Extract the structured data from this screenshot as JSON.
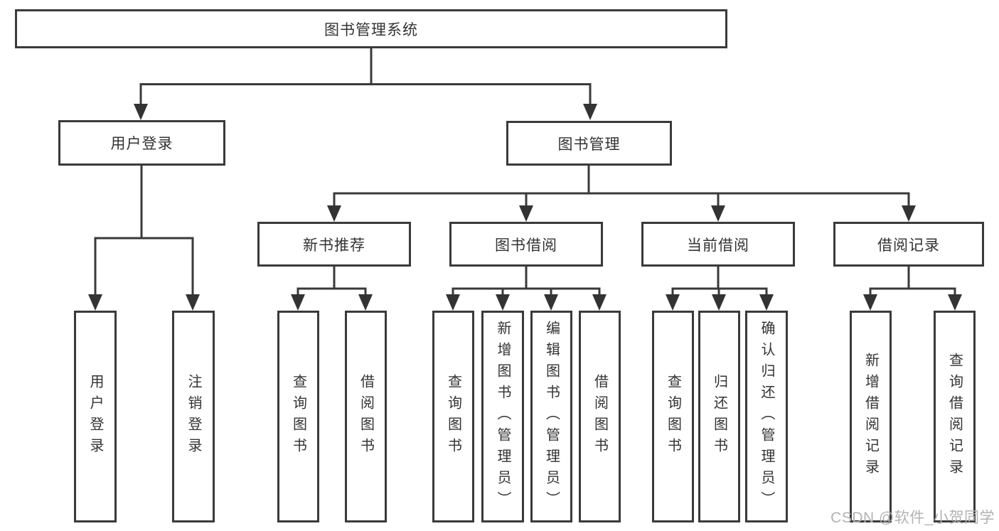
{
  "diagram_title": "图书管理系统",
  "tree": {
    "label": "图书管理系统",
    "children": [
      {
        "label": "用户登录",
        "children": [
          {
            "label": "用户登录"
          },
          {
            "label": "注销登录"
          }
        ]
      },
      {
        "label": "图书管理",
        "children": [
          {
            "label": "新书推荐",
            "children": [
              {
                "label": "查询图书"
              },
              {
                "label": "借阅图书"
              }
            ]
          },
          {
            "label": "图书借阅",
            "children": [
              {
                "label": "查询图书"
              },
              {
                "label": "新增图书（管理员）"
              },
              {
                "label": "编辑图书（管理员）"
              },
              {
                "label": "借阅图书"
              }
            ]
          },
          {
            "label": "当前借阅",
            "children": [
              {
                "label": "查询图书"
              },
              {
                "label": "归还图书"
              },
              {
                "label": "确认归还（管理员）"
              }
            ]
          },
          {
            "label": "借阅记录",
            "children": [
              {
                "label": "新增借阅记录"
              },
              {
                "label": "查询借阅记录"
              }
            ]
          }
        ]
      }
    ]
  },
  "watermark": "CSDN @软件_小贺同学",
  "colors": {
    "line": "#3a3a3a",
    "arrow": "#333333",
    "text": "#333333",
    "watermark": "#b2b2b2",
    "background": "#ffffff"
  }
}
